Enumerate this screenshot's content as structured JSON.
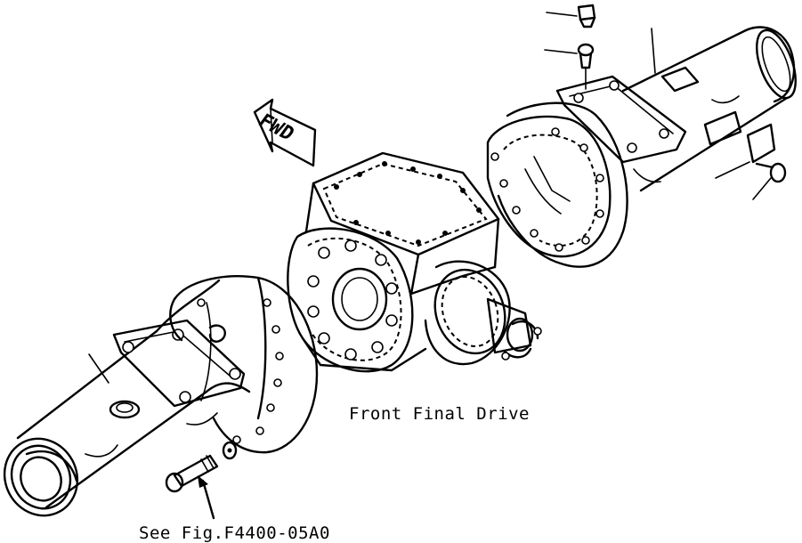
{
  "drawing": {
    "caption": "Front Final Drive",
    "reference": "See Fig.F4400-05A0",
    "direction_arrow": "FWD"
  }
}
